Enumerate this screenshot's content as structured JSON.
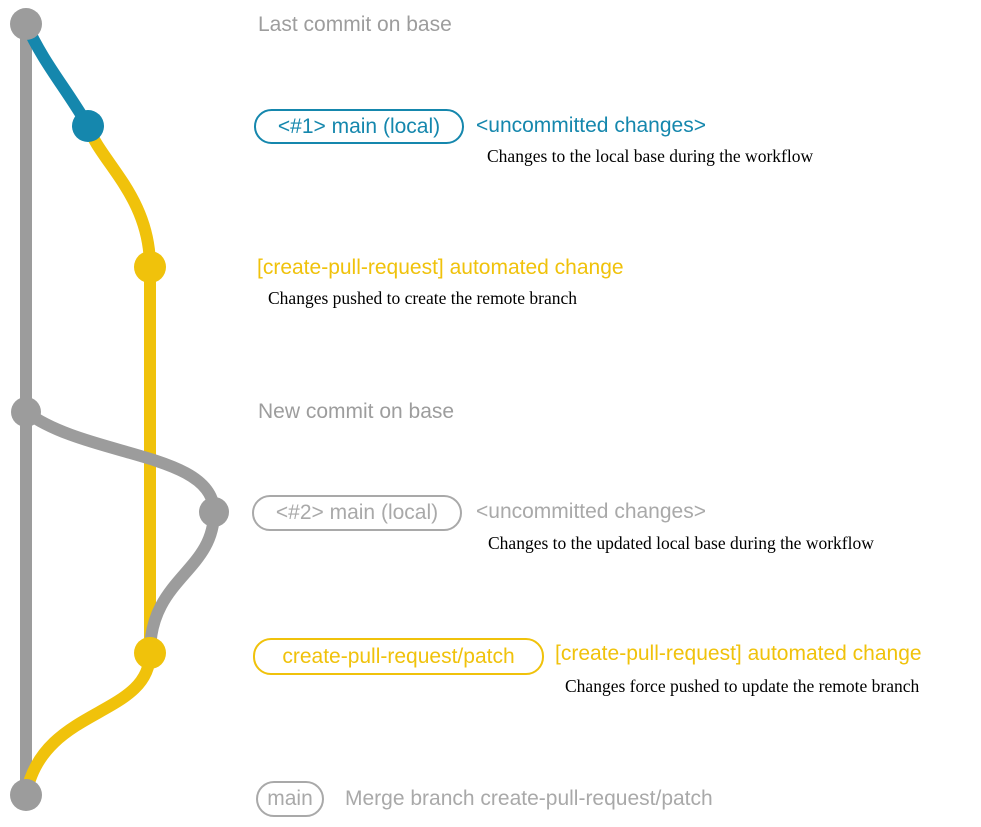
{
  "colors": {
    "teal": "#1587ad",
    "yellow": "#f0c20b",
    "gray": "#9c9c9c",
    "gray_text": "#9d9d9d",
    "gray_badge": "#a9a9a9",
    "desc_text": "#000000"
  },
  "graph": {
    "type": "git-graph",
    "branches": [
      {
        "name": "base",
        "color": "gray"
      },
      {
        "name": "main (local)",
        "color": "teal"
      },
      {
        "name": "create-pull-request/patch",
        "color": "yellow"
      }
    ],
    "nodes": [
      {
        "id": "last-commit-on-base",
        "branch": "base",
        "color": "gray"
      },
      {
        "id": "uncommitted-changes-1",
        "branch": "main (local)",
        "color": "teal"
      },
      {
        "id": "automated-change-1",
        "branch": "create-pull-request/patch",
        "color": "yellow"
      },
      {
        "id": "new-commit-on-base",
        "branch": "base",
        "color": "gray"
      },
      {
        "id": "uncommitted-changes-2",
        "branch": "main (local)",
        "color": "gray"
      },
      {
        "id": "automated-change-2",
        "branch": "create-pull-request/patch",
        "color": "yellow"
      },
      {
        "id": "merge-commit",
        "branch": "base",
        "color": "gray"
      }
    ]
  },
  "rows": [
    {
      "text": "Last commit on base"
    },
    {
      "badge": "<#1> main (local)",
      "title": "<uncommitted changes>",
      "desc": "Changes to the local base during the workflow"
    },
    {
      "title": "[create-pull-request] automated change",
      "desc": "Changes pushed to create the remote branch"
    },
    {
      "text": "New commit on base"
    },
    {
      "badge": "<#2> main (local)",
      "title": "<uncommitted changes>",
      "desc": "Changes to the updated local base during the workflow"
    },
    {
      "badge": "create-pull-request/patch",
      "title": "[create-pull-request] automated change",
      "desc": "Changes force pushed to update the remote branch"
    },
    {
      "badge": "main",
      "text": "Merge branch create-pull-request/patch"
    }
  ]
}
